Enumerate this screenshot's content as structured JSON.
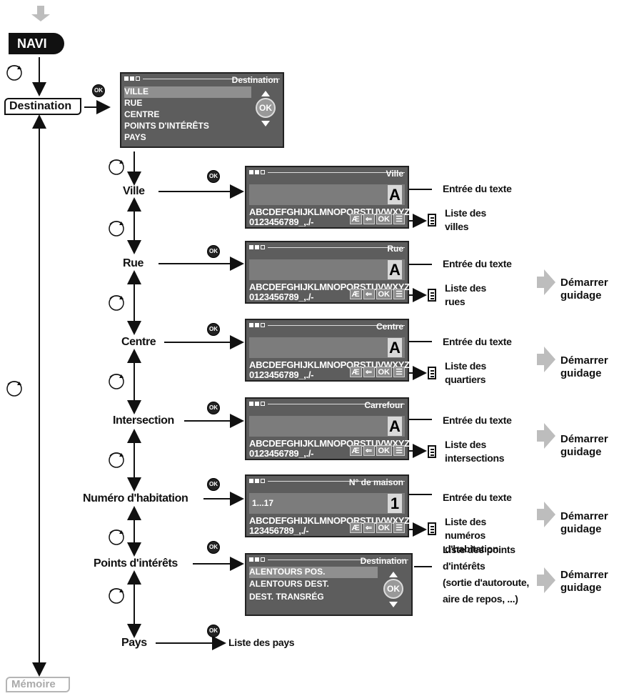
{
  "navi_label": "NAVI",
  "destination_label": "Destination",
  "memoire_label": "Mémoire",
  "ok_glyph": "OK",
  "main_screen": {
    "title": "Destination",
    "items": [
      "VILLE",
      "RUE",
      "CENTRE",
      "POINTS D'INTÉRÊTS",
      "PAYS"
    ]
  },
  "steps": [
    {
      "label": "Ville",
      "screen_title": "Ville",
      "entry_char": "A",
      "entry_placeholder": "",
      "alpha_row": "ABCDEFGHIJKLMNOPQRSTUVWXYZ",
      "num_row": "0123456789_,./-",
      "entry_note": "Entrée du texte",
      "list_note": [
        "Liste des",
        "villes"
      ],
      "start": false
    },
    {
      "label": "Rue",
      "screen_title": "Rue",
      "entry_char": "A",
      "entry_placeholder": "",
      "alpha_row": "ABCDEFGHIJKLMNOPQRSTUVWXYZ",
      "num_row": "0123456789_,./-",
      "entry_note": "Entrée du texte",
      "list_note": [
        "Liste des",
        "rues"
      ],
      "start": true
    },
    {
      "label": "Centre",
      "screen_title": "Centre",
      "entry_char": "A",
      "entry_placeholder": "",
      "alpha_row": "ABCDEFGHIJKLMNOPQRSTUVWXYZ",
      "num_row": "0123456789_,./-",
      "entry_note": "Entrée du texte",
      "list_note": [
        "Liste des",
        "quartiers"
      ],
      "start": true
    },
    {
      "label": "Intersection",
      "screen_title": "Carrefour",
      "entry_char": "A",
      "entry_placeholder": "",
      "alpha_row": "ABCDEFGHIJKLMNOPQRSTUVWXYZ",
      "num_row": "0123456789_,./-",
      "entry_note": "Entrée du texte",
      "list_note": [
        "Liste des",
        "intersections"
      ],
      "start": true
    },
    {
      "label": "Numéro d'habitation",
      "screen_title": "N° de maison",
      "entry_char": "1",
      "entry_placeholder": "1...17",
      "alpha_row": "ABCDEFGHIJKLMNOPQRSTUVWXYZ",
      "num_row": "123456789_,./-",
      "entry_note": "Entrée du texte",
      "list_note": [
        "Liste des",
        "numéros",
        "d'habitation"
      ],
      "start": true
    }
  ],
  "poi": {
    "label": "Points d'intérêts",
    "screen_title": "Destination",
    "items": [
      "ALENTOURS POS.",
      "ALENTOURS DEST.",
      "DEST. TRANSRÉG"
    ],
    "note": [
      "Liste des points",
      "d'intérêts",
      "(sortie d'autoroute,",
      "aire de repos, ...)"
    ],
    "start": true
  },
  "pays": {
    "label": "Pays",
    "note": "Liste des pays"
  },
  "buttons": {
    "ae": "Æ",
    "back": "⇐",
    "ok": "OK",
    "list": "☰"
  },
  "start_label": [
    "Démarrer",
    "guidage"
  ],
  "colors": {
    "screen_bg": "#5d5d5d",
    "arrow_grey": "#bdbdbd",
    "navi_bg": "#111111"
  }
}
